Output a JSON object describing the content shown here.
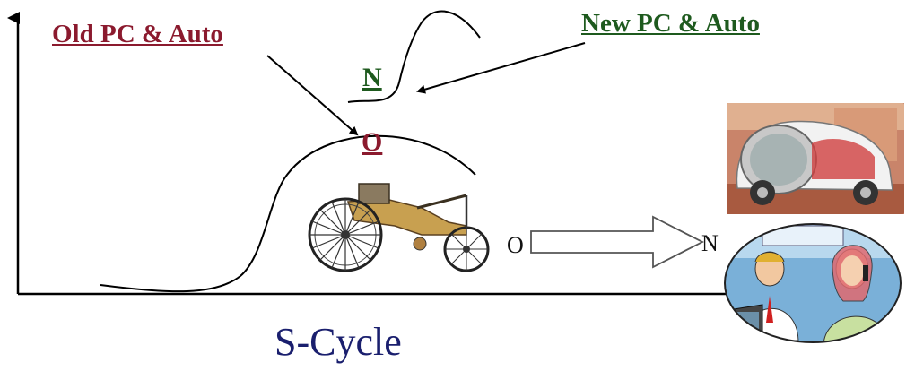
{
  "labels": {
    "old_tech": "Old PC & Auto",
    "new_tech": "New PC & Auto",
    "new_marker": "N",
    "old_marker": "O",
    "transition_from": "O",
    "transition_to": "N",
    "caption": "S-Cycle"
  },
  "pictures": {
    "old_automobile": "antique-motorwagen-clipart",
    "future_automobile": "concept-bubble-car-photo",
    "office_workers": "office-laptop-phone-clipart"
  },
  "colors": {
    "old_label": "#8b1a2e",
    "new_label": "#1e5a1e",
    "caption": "#1a1f6e",
    "lines": "#000000"
  }
}
